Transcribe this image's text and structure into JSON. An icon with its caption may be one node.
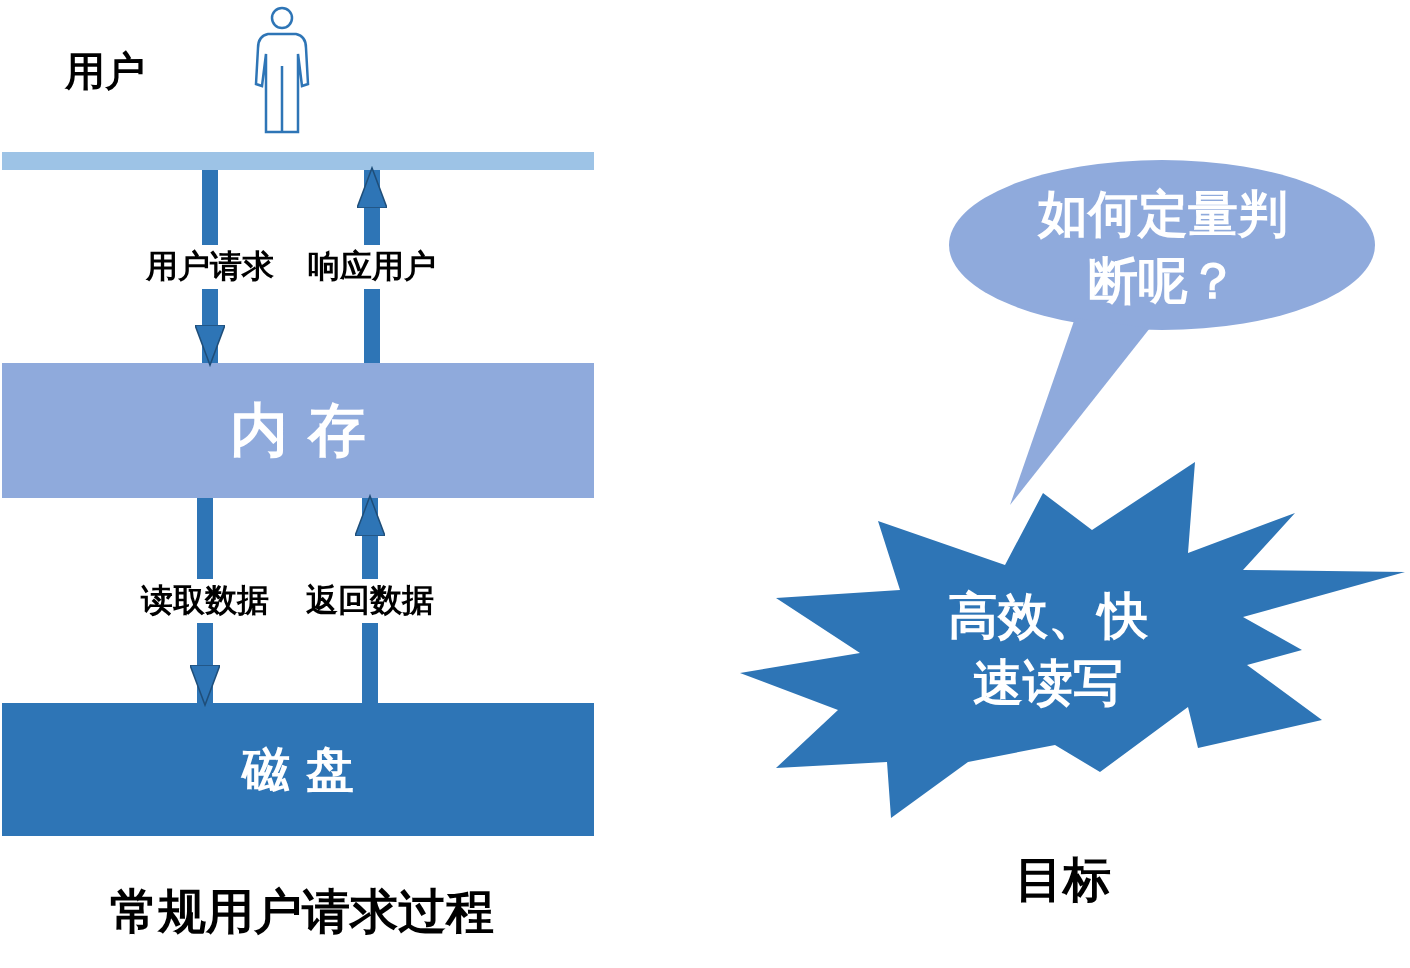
{
  "diagram": {
    "nodes": [
      {
        "text": [],
        "shape": "bar"
      },
      {
        "text": [
          "内 存"
        ]
      },
      {
        "text": [
          "磁 盘"
        ]
      },
      {
        "text": [
          "如何定量判断呢？"
        ]
      },
      {
        "text": [
          "高效、快速读写"
        ],
        "beside": [
          "目标"
        ]
      }
    ],
    "edges": [
      {
        "from": 0,
        "to": 1,
        "arrow": "to",
        "label": "用户请求"
      },
      {
        "from": 1,
        "to": 0,
        "arrow": "to",
        "label": "响应用户"
      },
      {
        "from": 1,
        "to": 2,
        "arrow": "to",
        "label": "读取数据"
      },
      {
        "from": 2,
        "to": 1,
        "arrow": "to",
        "label": "返回数据"
      }
    ],
    "labels": [
      "用户",
      "常规用户请求过程"
    ]
  }
}
